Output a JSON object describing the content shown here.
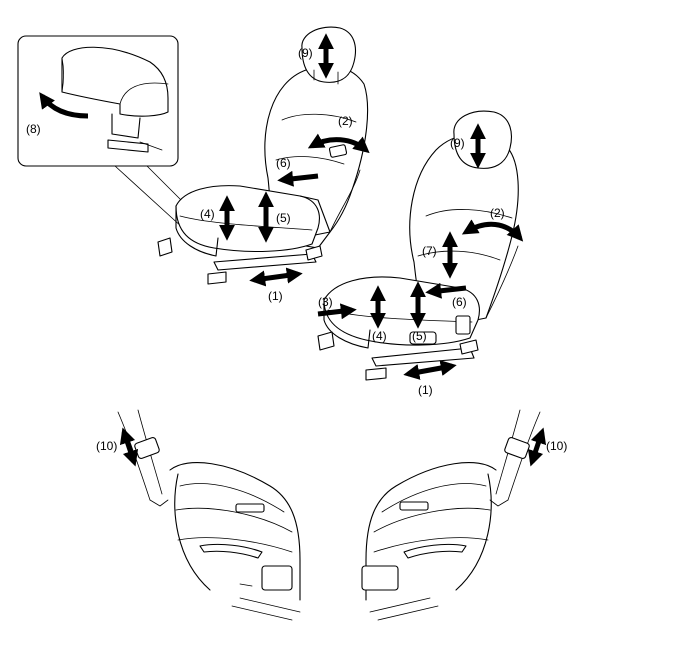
{
  "labels": {
    "seat_a_slide": "(1)",
    "seat_a_cushion_front": "(4)",
    "seat_a_height": "(5)",
    "seat_a_lumbar": "(6)",
    "seat_a_recline": "(2)",
    "seat_a_headrest": "(9)",
    "inset_armrest": "(8)",
    "seat_b_headrest": "(9)",
    "seat_b_recline": "(2)",
    "seat_b_upper_back": "(7)",
    "seat_b_lumbar": "(6)",
    "seat_b_cushion_length": "(3)",
    "seat_b_cushion_front": "(4)",
    "seat_b_height": "(5)",
    "seat_b_slide": "(1)",
    "door_left_belt": "(10)",
    "door_right_belt": "(10)"
  }
}
